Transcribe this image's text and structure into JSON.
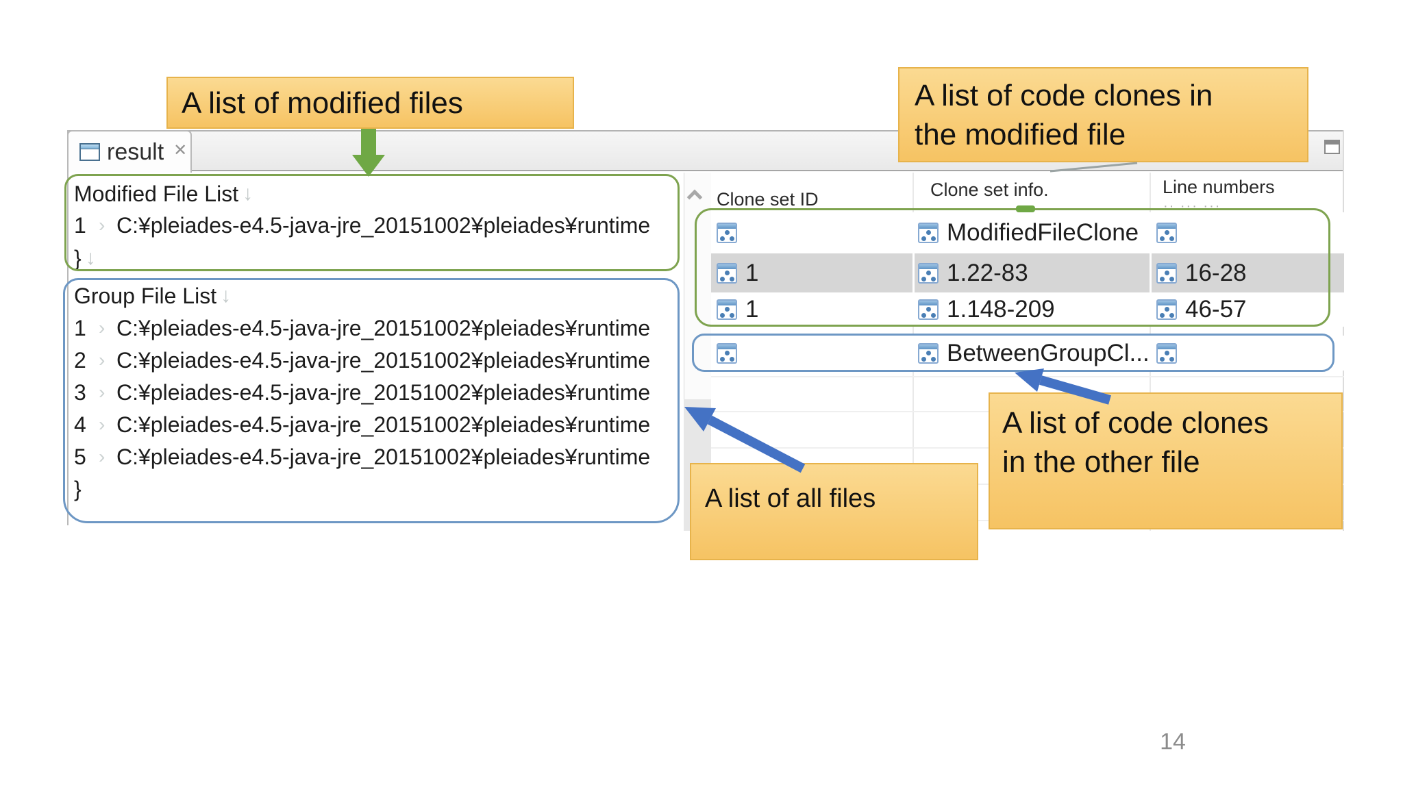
{
  "page": {
    "number": "14"
  },
  "window": {
    "tab": {
      "title": "result",
      "close_glyph": "✕"
    },
    "pane": {
      "tab_mark": "›",
      "lines": [
        {
          "text": "Modified File List",
          "mark": "↓"
        },
        {
          "num": "1",
          "path": "C:¥pleiades-e4.5-java-jre_20151002¥pleiades¥runtime"
        },
        {
          "text": "}",
          "mark": "↓"
        },
        {
          "text": "Group File List",
          "mark": "↓"
        },
        {
          "num": "1",
          "path": "C:¥pleiades-e4.5-java-jre_20151002¥pleiades¥runtime"
        },
        {
          "num": "2",
          "path": "C:¥pleiades-e4.5-java-jre_20151002¥pleiades¥runtime"
        },
        {
          "num": "3",
          "path": "C:¥pleiades-e4.5-java-jre_20151002¥pleiades¥runtime"
        },
        {
          "num": "4",
          "path": "C:¥pleiades-e4.5-java-jre_20151002¥pleiades¥runtime"
        },
        {
          "num": "5",
          "path": "C:¥pleiades-e4.5-java-jre_20151002¥pleiades¥runtime"
        },
        {
          "text": "}"
        }
      ]
    },
    "table": {
      "headers": [
        {
          "label": "Clone set ID"
        },
        {
          "label": "Clone set info."
        },
        {
          "label": "Line numbers"
        }
      ],
      "header_sub": "·· ··· ···",
      "rows": [
        {
          "id": "",
          "info": "ModifiedFileClone",
          "lines": ""
        },
        {
          "id": "1",
          "info": "1.22-83",
          "lines": "16-28"
        },
        {
          "id": "1",
          "info": "1.148-209",
          "lines": "46-57"
        },
        {
          "id": "",
          "info": "BetweenGroupCl...",
          "lines": ""
        }
      ]
    }
  },
  "annotations": {
    "modified_files": {
      "text": "A list of modified files"
    },
    "clones_modified": {
      "line1": "A list of code clones in",
      "line2": "the modified file"
    },
    "all_files": {
      "text": "A list of all files"
    },
    "clones_other": {
      "line1": "A list of code clones",
      "line2": "in the other file"
    }
  },
  "colors": {
    "annotation_fill": "#f8cf78",
    "annotation_border": "#e7b34b",
    "green_outline": "#7ea34f",
    "blue_outline": "#6d97c4",
    "arrow_blue": "#4472c4",
    "arrow_green": "#6fa845",
    "selected_row": "#d6d6d6"
  }
}
